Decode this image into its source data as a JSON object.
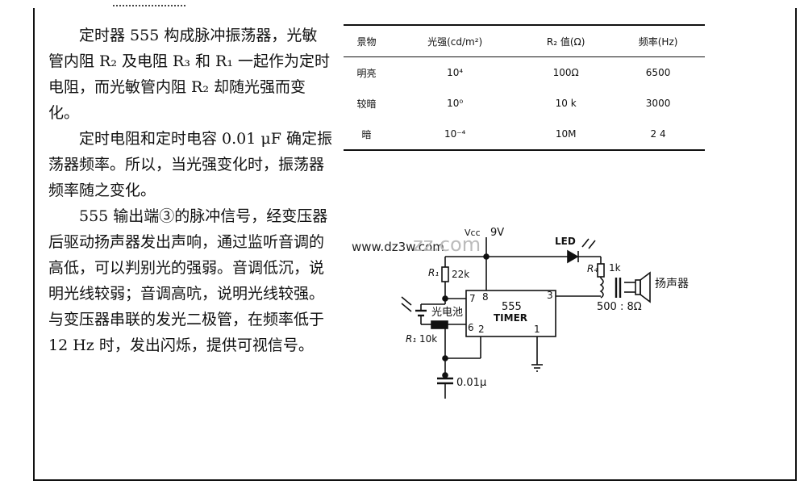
{
  "paragraphs": [
    "定时器 555 构成脉冲振荡器，光敏管内阻 R₂ 及电阻 R₃ 和 R₁ 一起作为定时电阻，而光敏管内阻 R₂ 却随光强而变化。",
    "定时电阻和定时电容 0.01 μF 确定振荡器频率。所以，当光强变化时，振荡器频率随之变化。",
    "555 输出端③的脉冲信号，经变压器后驱动扬声器发出声响，通过监听音调的高低，可以判别光的强弱。音调低沉，说明光线较弱；音调高吭，说明光线较强。与变压器串联的发光二极管，在频率低于 12 Hz 时，发出闪烁，提供可视信号。"
  ],
  "table": {
    "headers": [
      "景物",
      "光强(cd/m²)",
      "R₂ 值(Ω)",
      "频率(Hz)"
    ],
    "rows": [
      [
        "明亮",
        "10⁴",
        "100Ω",
        "6500"
      ],
      [
        "较暗",
        "10⁰",
        "10 k",
        "3000"
      ],
      [
        "暗",
        "10⁻⁴",
        "10M",
        "2  4"
      ]
    ]
  },
  "circuit": {
    "vcc": "Vcc",
    "vcc_value": "9V",
    "led": "LED",
    "r1_top": "R₁",
    "r1_top_value": "22k",
    "r4": "R₄",
    "r4_value": "1k",
    "pin7": "7",
    "pin8": "8",
    "pin3": "3",
    "pin6": "6",
    "pin2": "2",
    "pin1": "1",
    "chip_line1": "555",
    "chip_line2": "TIMER",
    "photocell": "光电池",
    "r1_bottom": "R₁",
    "r1_bottom_value": "10k",
    "capacitor": "0.01μ",
    "transformer": "500 : 8Ω",
    "speaker": "扬声器"
  },
  "watermark": "www.dz3w.com",
  "watermark2": "zz.com"
}
